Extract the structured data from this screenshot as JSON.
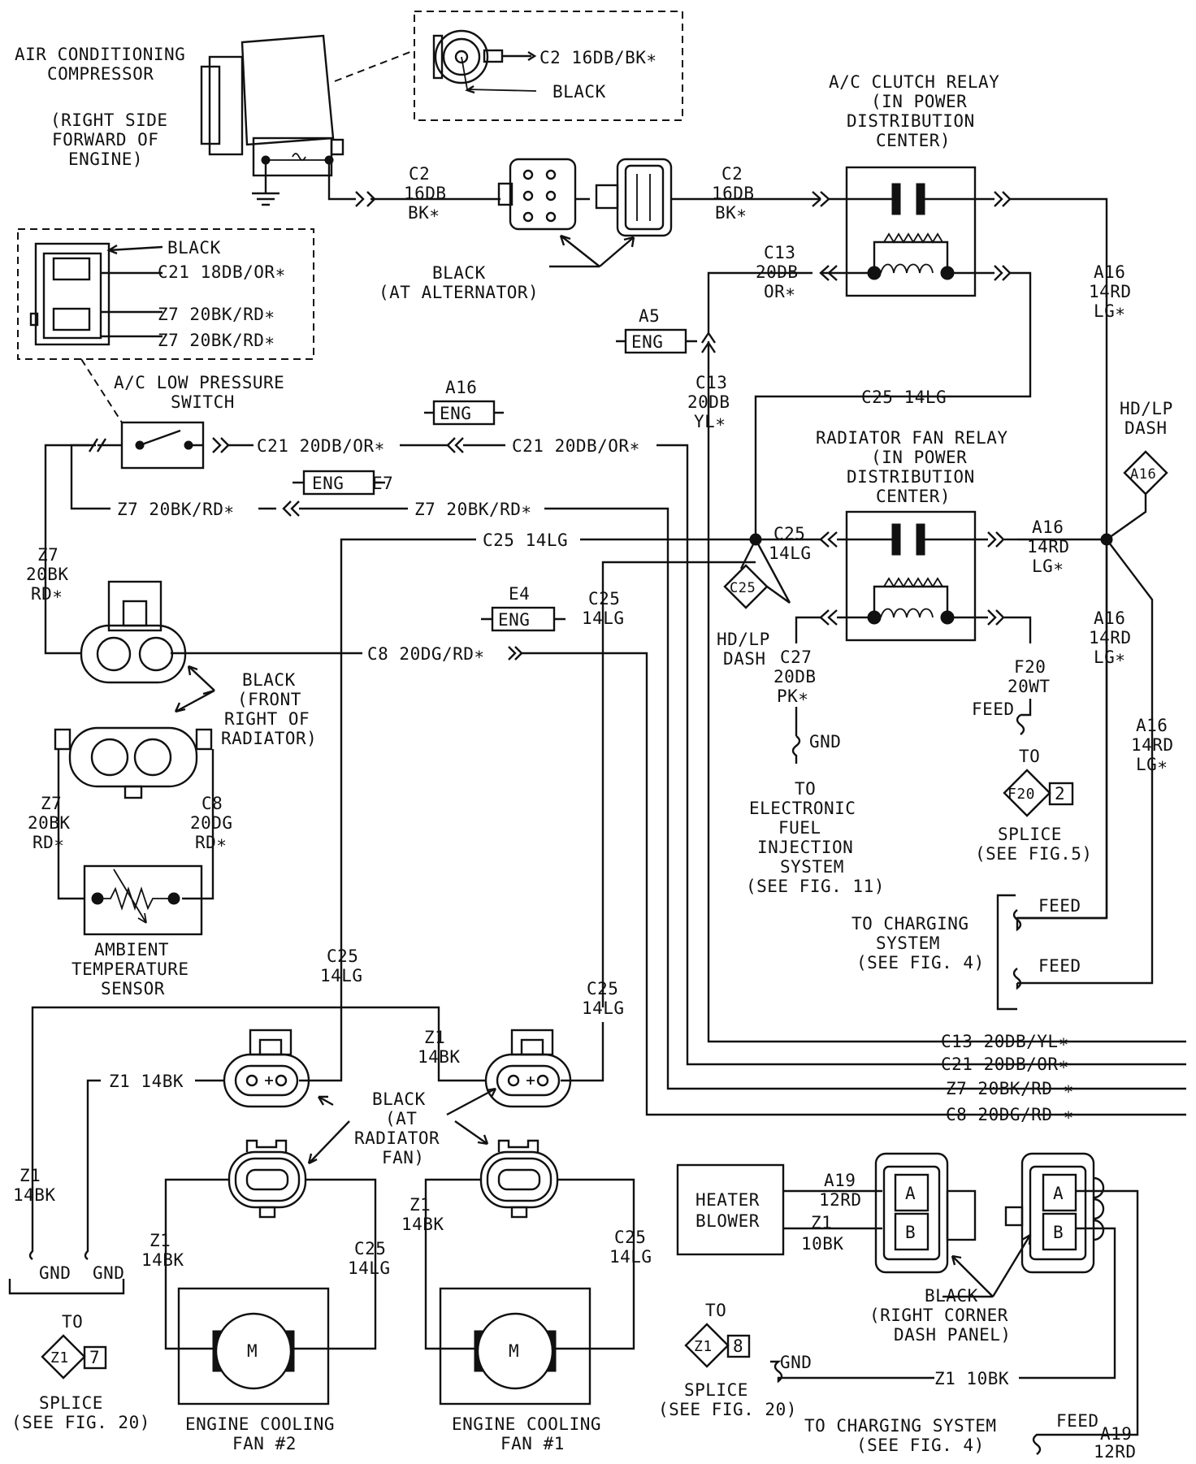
{
  "compressor": {
    "title": [
      "AIR CONDITIONING",
      "COMPRESSOR"
    ],
    "location": [
      "(RIGHT SIDE",
      "FORWARD OF",
      "ENGINE)"
    ],
    "conn_wire": "C2 16DB/BK∗",
    "conn_color": "BLACK"
  },
  "lp_switch_connector": {
    "color": "BLACK",
    "pins": [
      "C21 18DB/OR∗",
      "Z7 20BK/RD∗",
      "Z7 20BK/RD∗"
    ]
  },
  "lp_switch": {
    "title": [
      "A/C LOW PRESSURE",
      "SWITCH"
    ]
  },
  "alternator_conn": {
    "left_wire": [
      "C2",
      "16DB",
      "BK∗"
    ],
    "right_wire": [
      "C2",
      "16DB",
      "BK∗"
    ],
    "color": [
      "BLACK",
      "(AT ALTERNATOR)"
    ]
  },
  "ac_clutch_relay": {
    "title": [
      "A/C CLUTCH RELAY",
      "(IN POWER",
      "DISTRIBUTION",
      "CENTER)"
    ],
    "coil_wire": [
      "C13",
      "20DB",
      "OR∗"
    ],
    "feed_wire": [
      "A16",
      "14RD",
      "LG∗"
    ]
  },
  "radiator_fan_relay": {
    "title": [
      "RADIATOR FAN RELAY",
      "(IN POWER",
      "DISTRIBUTION",
      "CENTER)"
    ],
    "c25_wire": [
      "C25",
      "14LG"
    ],
    "a16_wire": [
      "A16",
      "14RD",
      "LG∗"
    ],
    "c27_wire": [
      "C27",
      "20DB",
      "PK∗"
    ],
    "f20_wire": [
      "F20",
      "20WT"
    ]
  },
  "splices": {
    "a5": "A5",
    "eng": "ENG",
    "a16": "A16",
    "e7": "E7",
    "e4": "E4",
    "c13_yl": [
      "C13",
      "20DB",
      "YL∗"
    ],
    "c25_14lg": "C25 14LG",
    "c21_a": "C21 20DB/OR∗",
    "c21_b": "C21 20DB/OR∗",
    "z7_a": "Z7 20BK/RD∗",
    "z7_b": "Z7 20BK/RD∗",
    "c25_row": "C25 14LG",
    "c8_row": "C8 20DG/RD∗",
    "c25_vert": [
      "C25",
      "14LG"
    ],
    "z7_left": [
      "Z7",
      "20BK",
      "RD∗"
    ]
  },
  "hd_lp": {
    "right_label": [
      "HD/LP",
      "DASH"
    ],
    "right_id": "A16",
    "left_id": "C25",
    "left_label": [
      "HD/LP",
      "DASH"
    ]
  },
  "right_side": {
    "a16_mid": [
      "A16",
      "14RD",
      "LG∗"
    ],
    "a16_low": [
      "A16",
      "14RD",
      "LG∗"
    ],
    "feed": "FEED",
    "gnd": "GND",
    "to": "TO",
    "efi": [
      "ELECTRONIC",
      "FUEL",
      "INJECTION",
      "SYSTEM",
      "(SEE FIG. 11)"
    ],
    "f20_splice_id": "F20",
    "f20_splice_num": "2",
    "splice_fig5": [
      "SPLICE",
      "(SEE FIG.5)"
    ],
    "charging": [
      "TO CHARGING",
      "SYSTEM",
      "(SEE FIG. 4)"
    ],
    "feed1": "FEED",
    "feed2": "FEED"
  },
  "radiator_conn": {
    "color": [
      "BLACK",
      "(FRONT",
      "RIGHT OF",
      "RADIATOR)"
    ],
    "z7": [
      "Z7",
      "20BK",
      "RD∗"
    ],
    "c8": [
      "C8",
      "20DG",
      "RD∗"
    ]
  },
  "ambient_sensor": {
    "title": [
      "AMBIENT",
      "TEMPERATURE",
      "SENSOR"
    ]
  },
  "bus": [
    "C13 20DB/YL∗",
    "C21 20DB/OR∗",
    "Z7 20BK/RD ∗",
    "C8 20DG/RD ∗"
  ],
  "fans": {
    "c25_left": [
      "C25",
      "14LG"
    ],
    "c25_right": [
      "C25",
      "14LG"
    ],
    "z1_top": [
      "Z1",
      "14BK"
    ],
    "z1_14bk": "Z1 14BK",
    "z1_left": [
      "Z1",
      "14BK"
    ],
    "conn_color": [
      "BLACK",
      "(AT",
      "RADIATOR",
      "FAN)"
    ],
    "fan2_z1": [
      "Z1",
      "14BK"
    ],
    "fan2_c25": [
      "C25",
      "14LG"
    ],
    "fan1_z1": [
      "Z1",
      "14BK"
    ],
    "fan1_c25": [
      "C25",
      "14LG"
    ],
    "motor": "M",
    "fan2": [
      "ENGINE COOLING",
      "FAN #2"
    ],
    "fan1": [
      "ENGINE COOLING",
      "FAN #1"
    ],
    "gnd1": "GND",
    "gnd2": "GND",
    "to": "TO",
    "splice_id": "Z1",
    "splice_num": "7",
    "splice": [
      "SPLICE",
      "(SEE FIG. 20)"
    ]
  },
  "heater": {
    "title": [
      "HEATER",
      "BLOWER"
    ],
    "a19": [
      "A19",
      "12RD"
    ],
    "z1": [
      "Z1",
      "10BK"
    ],
    "pin_a": "A",
    "pin_b": "B",
    "color": [
      "BLACK",
      "(RIGHT CORNER",
      "DASH PANEL)"
    ],
    "to": "TO",
    "splice_id": "Z1",
    "splice_num": "8",
    "splice": [
      "SPLICE",
      "(SEE FIG. 20)"
    ],
    "gnd": "GND",
    "z1_10bk": "Z1 10BK",
    "charging": [
      "TO CHARGING SYSTEM",
      "(SEE FIG. 4)"
    ],
    "feed": "FEED",
    "a19_bottom": [
      "A19",
      "12RD"
    ]
  }
}
